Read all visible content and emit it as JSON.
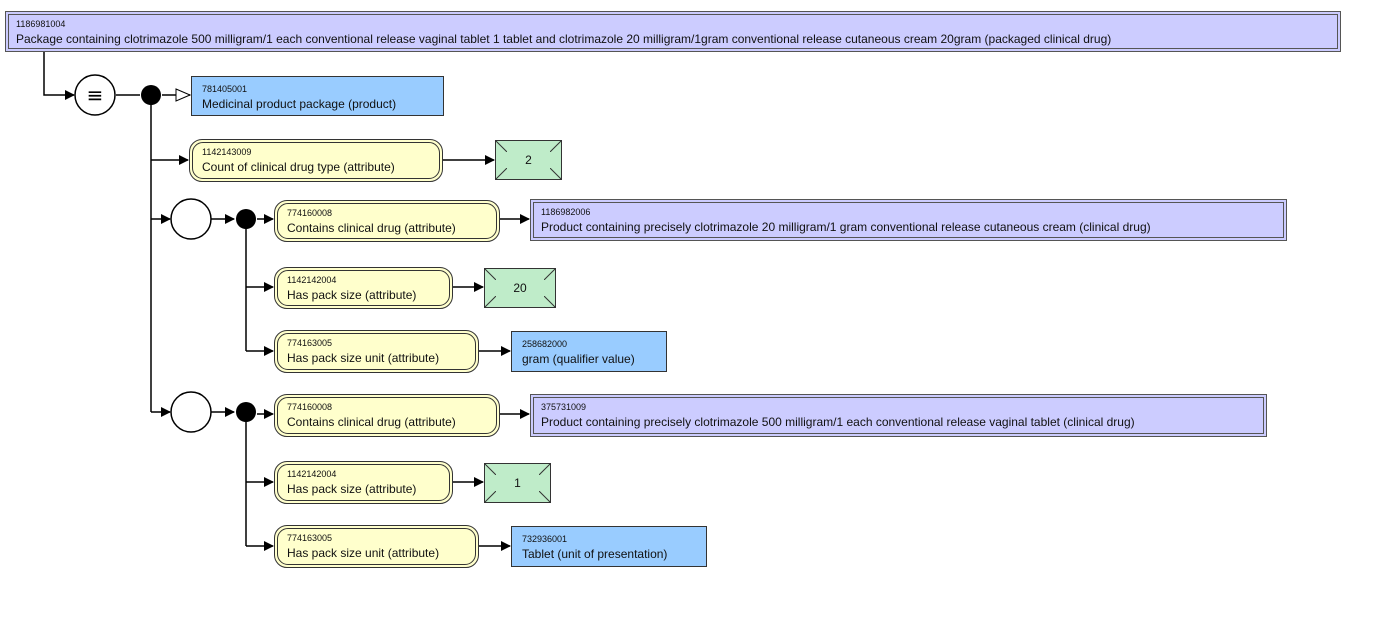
{
  "focus": {
    "code": "1186981004",
    "term": "Package containing clotrimazole 500 milligram/1 each conventional release vaginal tablet 1 tablet and clotrimazole 20 milligram/1gram conventional release cutaneous cream 20gram (packaged clinical drug)"
  },
  "definition_symbol": "≡",
  "parent": {
    "code": "781405001",
    "term": "Medicinal product package (product)"
  },
  "ungrouped": {
    "attribute": {
      "code": "1142143009",
      "term": "Count of clinical drug type (attribute)"
    },
    "value": "2"
  },
  "groups": [
    {
      "contains": {
        "attribute": {
          "code": "774160008",
          "term": "Contains clinical drug (attribute)"
        },
        "target": {
          "code": "1186982006",
          "term": "Product containing precisely clotrimazole 20 milligram/1 gram conventional release cutaneous cream (clinical drug)"
        }
      },
      "pack_size": {
        "attribute": {
          "code": "1142142004",
          "term": "Has pack size (attribute)"
        },
        "value": "20"
      },
      "pack_unit": {
        "attribute": {
          "code": "774163005",
          "term": "Has pack size unit (attribute)"
        },
        "target": {
          "code": "258682000",
          "term": "gram (qualifier value)"
        }
      }
    },
    {
      "contains": {
        "attribute": {
          "code": "774160008",
          "term": "Contains clinical drug (attribute)"
        },
        "target": {
          "code": "375731009",
          "term": "Product containing precisely clotrimazole 500 milligram/1 each conventional release vaginal tablet (clinical drug)"
        }
      },
      "pack_size": {
        "attribute": {
          "code": "1142142004",
          "term": "Has pack size (attribute)"
        },
        "value": "1"
      },
      "pack_unit": {
        "attribute": {
          "code": "774163005",
          "term": "Has pack size unit (attribute)"
        },
        "target": {
          "code": "732936001",
          "term": "Tablet (unit of presentation)"
        }
      }
    }
  ],
  "colors": {
    "defined_concept": "#ccccff",
    "primitive_concept": "#99ccff",
    "attribute": "#ffffcc",
    "concrete_value": "#bfecc9"
  }
}
